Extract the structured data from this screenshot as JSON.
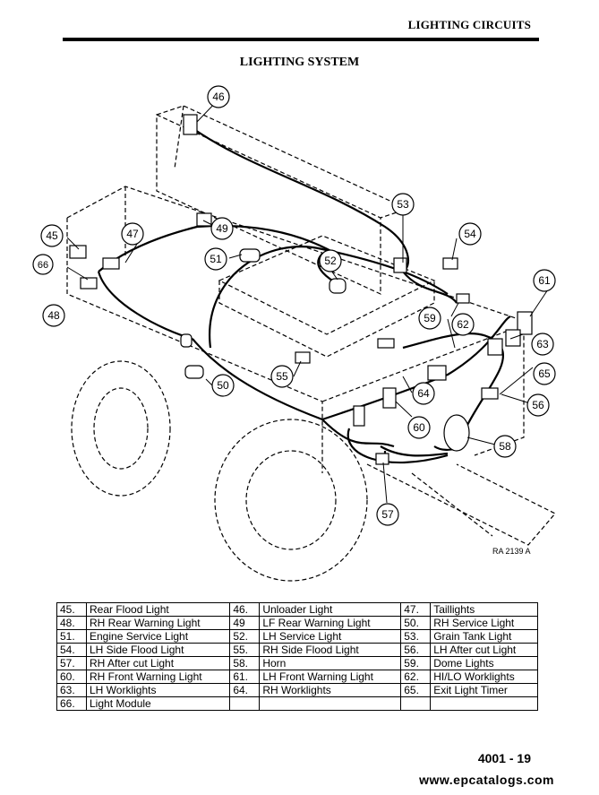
{
  "header": {
    "section_title": "LIGHTING CIRCUITS"
  },
  "diagram": {
    "title": "LIGHTING SYSTEM",
    "ref_code": "RA 2139 A",
    "callouts": [
      "45",
      "46",
      "47",
      "48",
      "49",
      "50",
      "51",
      "52",
      "53",
      "54",
      "55",
      "56",
      "57",
      "58",
      "59",
      "60",
      "61",
      "62",
      "63",
      "64",
      "65",
      "66"
    ]
  },
  "legend": {
    "rows": [
      [
        {
          "num": "45.",
          "label": "Rear Flood Light"
        },
        {
          "num": "46.",
          "label": "Unloader Light"
        },
        {
          "num": "47.",
          "label": "Taillights"
        }
      ],
      [
        {
          "num": "48.",
          "label": "RH Rear Warning Light"
        },
        {
          "num": "49",
          "label": "LF Rear Warning Light"
        },
        {
          "num": "50.",
          "label": "RH Service Light"
        }
      ],
      [
        {
          "num": "51.",
          "label": "Engine Service Light"
        },
        {
          "num": "52.",
          "label": "LH Service  Light"
        },
        {
          "num": "53.",
          "label": "Grain Tank Light"
        }
      ],
      [
        {
          "num": "54.",
          "label": "LH Side Flood Light"
        },
        {
          "num": "55.",
          "label": "RH Side Flood Light"
        },
        {
          "num": "56.",
          "label": "LH After cut Light"
        }
      ],
      [
        {
          "num": "57.",
          "label": "RH After cut Light"
        },
        {
          "num": "58.",
          "label": "Horn"
        },
        {
          "num": "59.",
          "label": "Dome Lights"
        }
      ],
      [
        {
          "num": "60.",
          "label": "RH Front Warning Light"
        },
        {
          "num": "61.",
          "label": "LH Front Warning Light"
        },
        {
          "num": "62.",
          "label": "HI/LO Worklights"
        }
      ],
      [
        {
          "num": "63.",
          "label": "LH Worklights"
        },
        {
          "num": "64.",
          "label": "RH Worklights"
        },
        {
          "num": "65.",
          "label": "Exit Light Timer"
        }
      ],
      [
        {
          "num": "66.",
          "label": "Light Module"
        },
        {
          "num": "",
          "label": ""
        },
        {
          "num": "",
          "label": ""
        }
      ]
    ]
  },
  "footer": {
    "page_number": "4001 - 19",
    "watermark": "www.epcatalogs.com"
  }
}
